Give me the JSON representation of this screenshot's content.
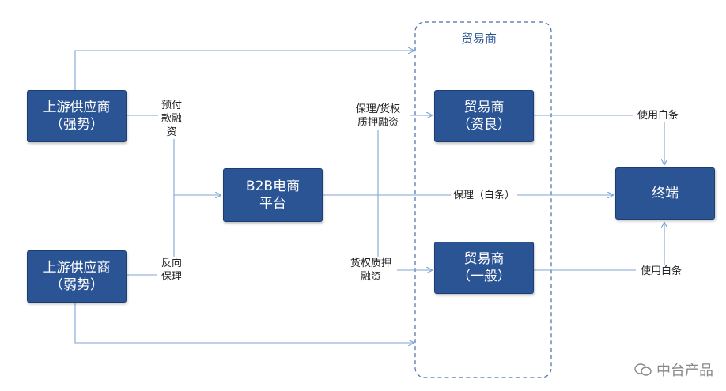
{
  "nodes": {
    "upstream_strong": [
      "上游供应商",
      "（强势）"
    ],
    "upstream_weak": [
      "上游供应商",
      "（弱势）"
    ],
    "b2b_platform": [
      "B2B电商",
      "平台"
    ],
    "trader_good": [
      "贸易商",
      "（资良）"
    ],
    "trader_general": [
      "贸易商",
      "（一般）"
    ],
    "terminal": [
      "终端"
    ]
  },
  "group": {
    "title": "贸易商"
  },
  "edge_labels": {
    "prepay_financing": [
      "预付",
      "款融",
      "资"
    ],
    "reverse_factoring": [
      "反向",
      "保理"
    ],
    "factoring_pledge": [
      "保理/货权",
      "质押融资"
    ],
    "goods_pledge": [
      "货权质押",
      "融资"
    ],
    "factoring_iou": "保理（白条）",
    "iou_top": "使用白条",
    "iou_bottom": "使用白条"
  },
  "watermark": {
    "text": "中台产品"
  },
  "colors": {
    "node_fill": "#2b5494",
    "line": "#7fa6d6",
    "group_border": "#4a6fa8"
  }
}
